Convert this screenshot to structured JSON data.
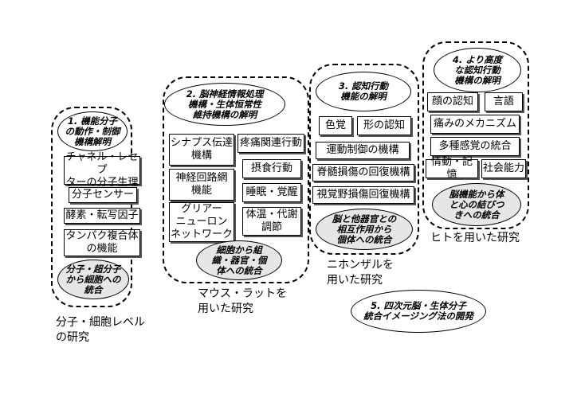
{
  "columns": [
    {
      "heading": "1. 機能分子\nの動作・制御\n機構解明",
      "items": [
        "チャネル・レセプ\nターの分子生理",
        "分子センサー",
        "酵素・転写因子",
        "タンパク複合体\nの機能"
      ],
      "integration": "分子・超分子\nから細胞への\n統合",
      "caption": "分子・細胞レベル\nの研究"
    },
    {
      "heading": "2. 脳神経情報処理\n機構・生体恒常性\n維持機構の解明",
      "items": [
        "シナプス伝達\n機構",
        "神経回路網\n機能",
        "グリアー\nニューロン\nネットワーク",
        "疼痛関連行動",
        "摂食行動",
        "睡眠・覚醒",
        "体温・代謝\n調節"
      ],
      "integration": "細胞から組\n織・器官・個\n体への統合",
      "caption": "マウス・ラットを\n用いた研究"
    },
    {
      "heading": "3. 認知行動\n機能の解明",
      "items": [
        "色覚",
        "形の認知",
        "運動制御の機構",
        "脊髄損傷の回復機構",
        "視覚野損傷回復機構"
      ],
      "integration": "脳と他器官との\n相互作用から\n個体への統合",
      "caption": "ニホンザルを\n用いた研究"
    },
    {
      "heading": "4. より高度\nな認知行動\n機構の解明",
      "items": [
        "顔の認知",
        "言語",
        "痛みのメカニズム",
        "多種感覚の統合",
        "情動・記憶",
        "社会能力"
      ],
      "integration": "脳機能から体\nと心の結びつ\nきへの統合",
      "caption": "ヒトを用いた研究"
    }
  ],
  "bottom_note": "5. 四次元脳・生体分子\n統合イメージング法の開発"
}
